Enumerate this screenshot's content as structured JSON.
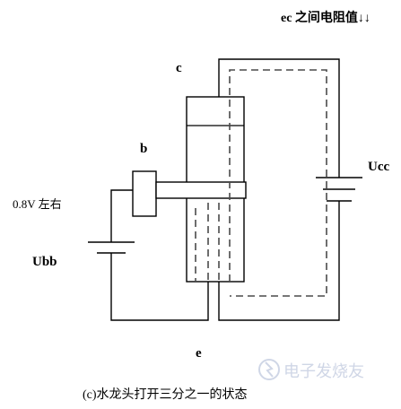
{
  "colors": {
    "line": "#000000",
    "dash": "#4a4a4a",
    "watermark": "#cfd6e6",
    "background": "#ffffff"
  },
  "labels": {
    "top_note": "ec 之间电阻值↓↓",
    "collector": "c",
    "base": "b",
    "emitter": "e",
    "voltage": "0.8V 左右",
    "ubb": "Ubb",
    "ucc": "Ucc",
    "caption": "(c)水龙头打开三分之一的状态",
    "watermark": "电子发烧友"
  },
  "icons": {
    "watermark": "spark-logo-icon"
  }
}
